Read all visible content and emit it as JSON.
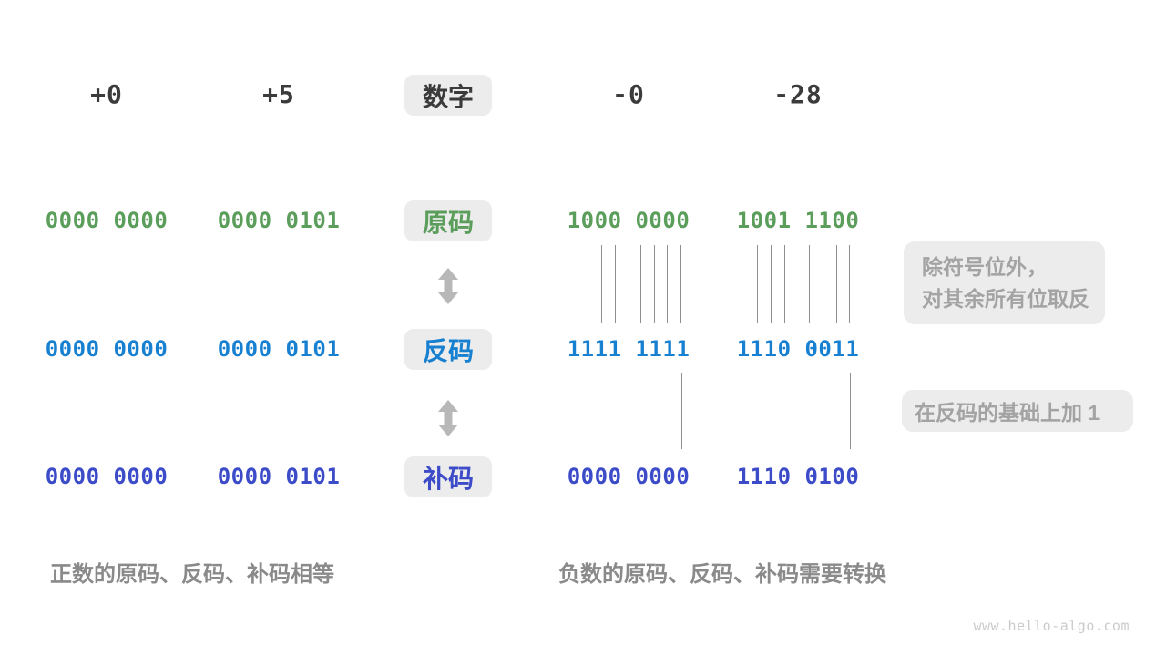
{
  "colors": {
    "green": "#5B9E5B",
    "blue": "#1780D1",
    "indigo": "#3C4BC8",
    "chip-bg": "#ECECEC",
    "note-bg": "#ECECEC",
    "note-text": "#A3A3A3",
    "caption-text": "#8A8A8A",
    "header-text": "#3B3B3B",
    "arrow": "#B8B8B8",
    "line": "#8E8E8E",
    "watermark": "#CBCBCB"
  },
  "row_labels": {
    "number": "数字",
    "sign_magnitude": "原码",
    "ones_complement": "反码",
    "twos_complement": "补码"
  },
  "columns": [
    {
      "header": "+0",
      "sign_magnitude": "0000 0000",
      "ones_complement": "0000 0000",
      "twos_complement": "0000 0000"
    },
    {
      "header": "+5",
      "sign_magnitude": "0000 0101",
      "ones_complement": "0000 0101",
      "twos_complement": "0000 0101"
    },
    {
      "header": "-0",
      "sign_magnitude": "1000 0000",
      "ones_complement": "1111 1111",
      "twos_complement": "0000 0000"
    },
    {
      "header": "-28",
      "sign_magnitude": "1001 1100",
      "ones_complement": "1110 0011",
      "twos_complement": "1110 0100"
    }
  ],
  "annotations": {
    "flip_note_line1": "除符号位外，",
    "flip_note_line2": "对其余所有位取反",
    "add_one_note": "在反码的基础上加 1"
  },
  "captions": {
    "positive": "正数的原码、反码、补码相等",
    "negative": "负数的原码、反码、补码需要转换"
  },
  "watermark": "www.hello-algo.com"
}
